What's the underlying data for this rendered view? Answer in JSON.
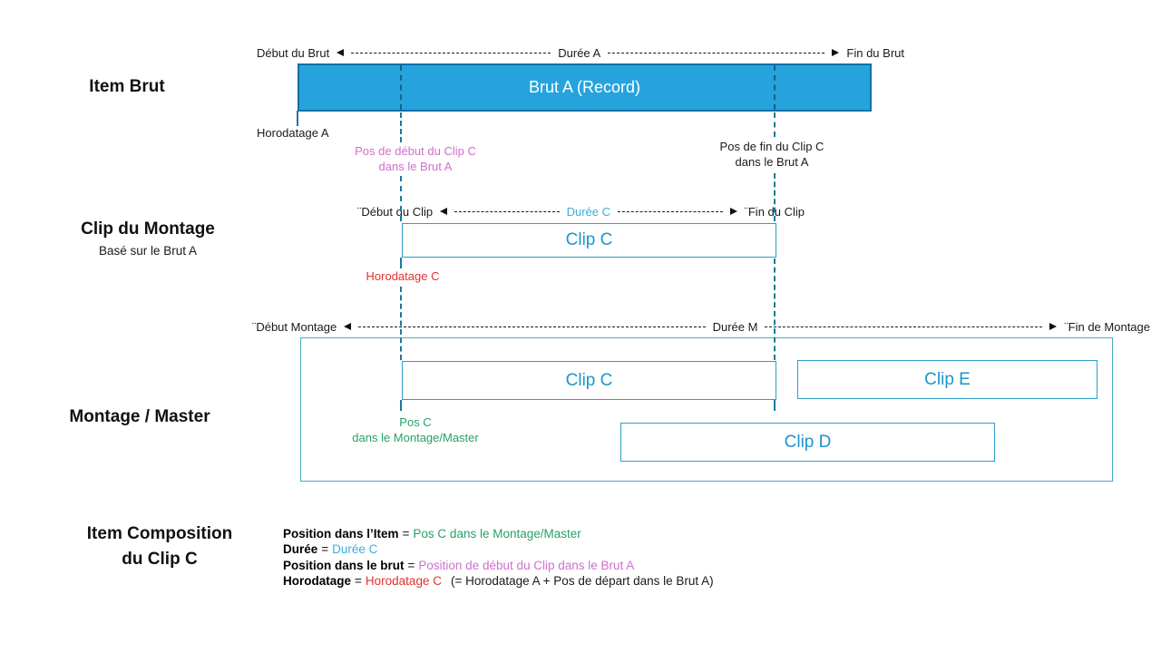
{
  "meta": {
    "type": "timeline-diagram",
    "language": "fr",
    "background": "#ffffff"
  },
  "palette": {
    "bar_fill": "#26A3DC",
    "bar_border": "#1171A5",
    "connector_teal": "#1A7A9D",
    "connector_dark": "#0E6388",
    "clip_box_border": "#2E9CC9",
    "clip_text_blue": "#1C95CC",
    "container_border": "#49AAC2",
    "duration_light_blue": "#41ACDE",
    "pos_pink": "#CF6FCF",
    "timestamp_red": "#E23230",
    "pos_green": "#26A169",
    "text_black": "#1a1a1a"
  },
  "item_brut": {
    "label": "Item Brut",
    "timeline": {
      "start": "Début du Brut",
      "duration": "Durée A",
      "end": "Fin du Brut"
    },
    "bar_label": "Brut A (Record)",
    "timestamp_label": "Horodatage A",
    "pos_start": {
      "line1": "Pos de début du Clip C",
      "line2": "dans le Brut A"
    },
    "pos_end": {
      "line1": "Pos de fin du Clip C",
      "line2": "dans le Brut A"
    }
  },
  "clip_montage": {
    "label": "Clip du Montage",
    "sublabel": "Basé sur le Brut A",
    "timeline": {
      "start": "¨Début du Clip",
      "duration": "Durée C",
      "end": "¨Fin du Clip"
    },
    "clip_label": "Clip C",
    "timestamp_label": "Horodatage C"
  },
  "montage": {
    "label": "Montage / Master",
    "timeline": {
      "start": "¨Début Montage",
      "duration": "Durée M",
      "end": "¨Fin de  Montage"
    },
    "clips": [
      {
        "label": "Clip C"
      },
      {
        "label": "Clip E"
      },
      {
        "label": "Clip D"
      }
    ],
    "pos": {
      "line1": "Pos C",
      "line2": "dans le Montage/Master"
    }
  },
  "composition": {
    "label_line1": "Item Composition",
    "label_line2": "du Clip C",
    "lines": [
      {
        "key": "Position dans l’Item",
        "eq": "=",
        "value": "Pos C dans le Montage/Master"
      },
      {
        "key": "Durée",
        "eq": "=",
        "value": "Durée C"
      },
      {
        "key": "Position dans le brut",
        "eq": "=",
        "value": "Position de début du Clip dans le Brut A"
      },
      {
        "key": "Horodatage",
        "eq": "=",
        "value": "Horodatage C",
        "suffix": "(= Horodatage A + Pos de départ dans le Brut A)"
      }
    ]
  }
}
